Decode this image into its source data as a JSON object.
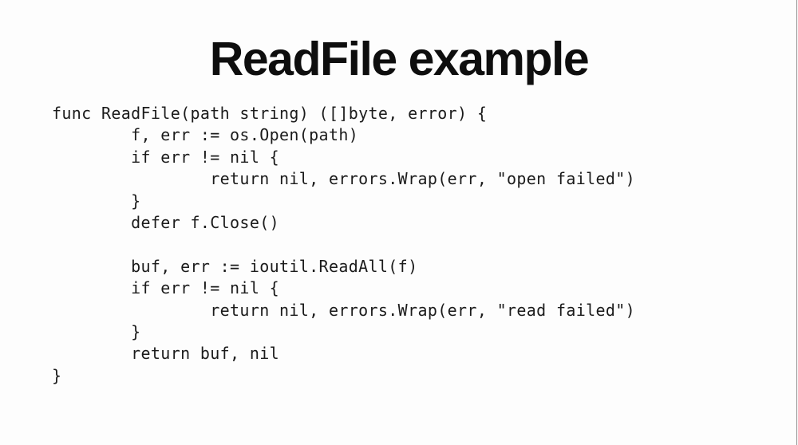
{
  "slide": {
    "title": "ReadFile example"
  },
  "code": {
    "lines": [
      "func ReadFile(path string) ([]byte, error) {",
      "        f, err := os.Open(path)",
      "        if err != nil {",
      "                return nil, errors.Wrap(err, \"open failed\")",
      "        }",
      "        defer f.Close()",
      "",
      "        buf, err := ioutil.ReadAll(f)",
      "        if err != nil {",
      "                return nil, errors.Wrap(err, \"read failed\")",
      "        }",
      "        return buf, nil",
      "}"
    ]
  },
  "colors": {
    "background": "#fdfdfd",
    "title_text": "#0e0e0e",
    "code_text": "#1b1b1b",
    "right_edge_line": "#909090"
  }
}
